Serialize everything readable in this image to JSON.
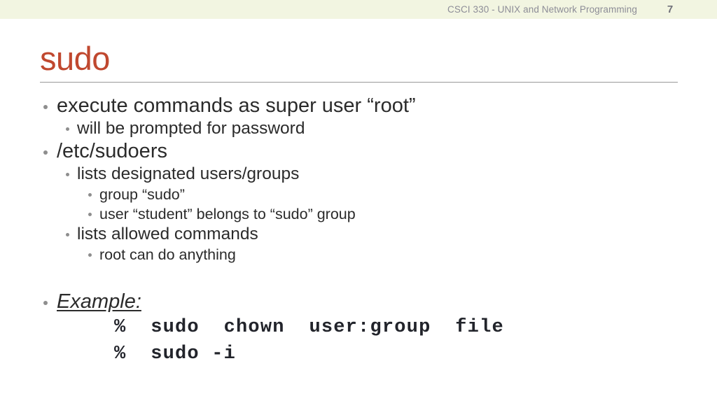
{
  "header": {
    "course_title": "CSCI 330 - UNIX and Network Programming",
    "page_number": "7",
    "band_color": "#f2f5e1",
    "text_color": "#8d8d97"
  },
  "slide": {
    "title": "sudo",
    "title_color": "#c0482f",
    "rule_color": "#9a9a9a"
  },
  "bullets": [
    {
      "level": 1,
      "text": "execute commands as super user “root”"
    },
    {
      "level": 2,
      "text": "will be prompted for password"
    },
    {
      "level": 1,
      "text": "/etc/sudoers"
    },
    {
      "level": 2,
      "text": "lists designated users/groups"
    },
    {
      "level": 3,
      "text": "group “sudo”"
    },
    {
      "level": 3,
      "text": "user “student” belongs to “sudo” group"
    },
    {
      "level": 2,
      "text": "lists allowed commands"
    },
    {
      "level": 3,
      "text": "root can do anything"
    }
  ],
  "example": {
    "label": "Example:",
    "code_lines": [
      "%  sudo  chown  user:group  file",
      "%  sudo -i"
    ]
  }
}
